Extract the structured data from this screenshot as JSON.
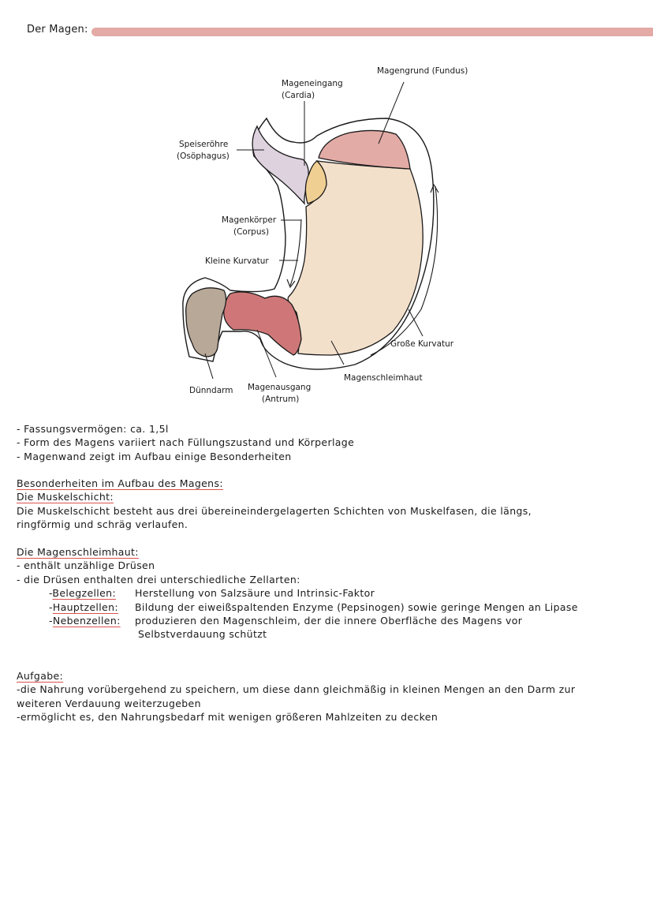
{
  "title": "Der Magen:",
  "diagram": {
    "labels": {
      "fundus": "Magengrund (Fundus)",
      "cardia_1": "Mageneingang",
      "cardia_2": "(Cardia)",
      "oesophagus_1": "Speiseröhre",
      "oesophagus_2": "(Osöphagus)",
      "corpus_1": "Magenkörper",
      "corpus_2": "(Corpus)",
      "kleine_kurvatur": "Kleine Kurvatur",
      "grosse_kurvatur": "Große Kurvatur",
      "schleimhaut": "Magenschleimhaut",
      "duenndarm": "Dünndarm",
      "antrum_1": "Magenausgang",
      "antrum_2": "(Antrum)"
    },
    "colors": {
      "corpus": "#f3e0cb",
      "fundus": "#e3aba6",
      "oesophagus": "#ddd2de",
      "cardia": "#f0cf92",
      "antrum": "#cf7778",
      "duenndarm": "#b8a898"
    }
  },
  "facts": [
    "- Fassungsvermögen: ca. 1,5l",
    "- Form des Magens variiert nach Füllungszustand und Körperlage",
    "- Magenwand zeigt im Aufbau einige Besonderheiten"
  ],
  "aufbau": {
    "heading": "Besonderheiten im Aufbau des Magens:",
    "muskel_heading": "Die Muskelschicht:",
    "muskel_text": [
      "Die Muskelschicht besteht aus drei übereineindergelagerten Schichten von Muskelfasen, die längs,",
      "ringförmig und schräg verlaufen."
    ],
    "schleim_heading": "Die Magenschleimhaut:",
    "schleim_items": [
      "- enthält unzählige Drüsen",
      "- die Drüsen enthalten drei unterschiedliche Zellarten:"
    ],
    "zellen": [
      {
        "dash": "-",
        "name": "Belegzellen:",
        "desc": "Herstellung von Salzsäure und Intrinsic-Faktor"
      },
      {
        "dash": "-",
        "name": "Hauptzellen:",
        "desc": "Bildung der eiweißspaltenden Enzyme (Pepsinogen) sowie geringe Mengen an Lipase"
      },
      {
        "dash": "-",
        "name": "Nebenzellen:",
        "desc": "produzieren den Magenschleim, der die innere Oberfläche des Magens vor"
      }
    ],
    "zellen_cont": "Selbstverdauung schützt"
  },
  "aufgabe": {
    "heading": "Aufgabe:",
    "lines": [
      "-die Nahrung vorübergehend zu speichern, um diese dann gleichmäßig in kleinen Mengen an den Darm zur",
      "weiteren Verdauung weiterzugeben",
      "-ermöglicht es, den Nahrungsbedarf mit wenigen größeren Mahlzeiten zu decken"
    ]
  }
}
